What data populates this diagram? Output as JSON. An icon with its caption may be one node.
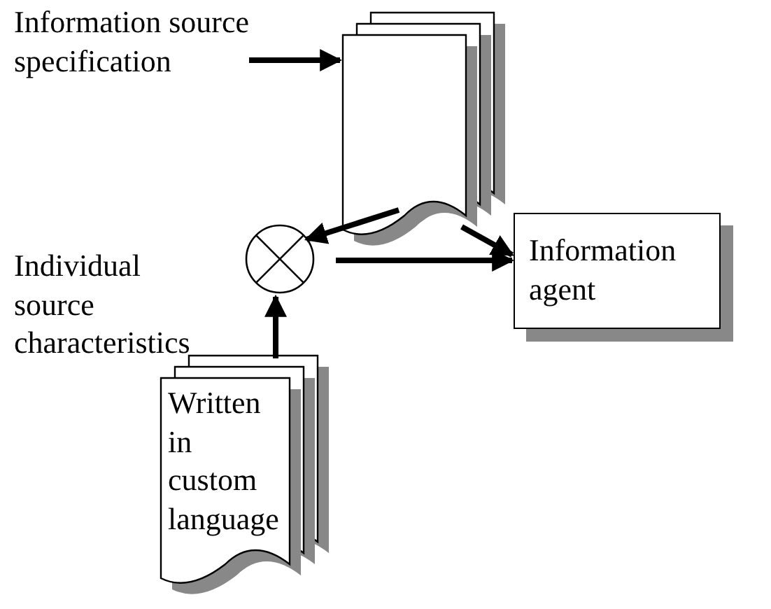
{
  "diagram": {
    "nodes": [
      {
        "text": [
          "Information source specification"
        ]
      },
      {
        "text": [],
        "shape": "document"
      },
      {
        "text": [],
        "shape": "circle"
      },
      {
        "text": [
          "Information agent"
        ]
      },
      {
        "text": [
          "Written in custom language"
        ]
      }
    ],
    "edges": [
      {
        "from": 0,
        "to": 1,
        "arrow": "to"
      },
      {
        "from": 1,
        "to": 2,
        "arrow": "to"
      },
      {
        "from": 1,
        "to": 3,
        "arrow": "to"
      },
      {
        "from": 2,
        "to": 3,
        "arrow": "to"
      },
      {
        "from": 4,
        "to": 2,
        "arrow": "to"
      }
    ],
    "labels": [
      "Individual source characteristics"
    ]
  }
}
